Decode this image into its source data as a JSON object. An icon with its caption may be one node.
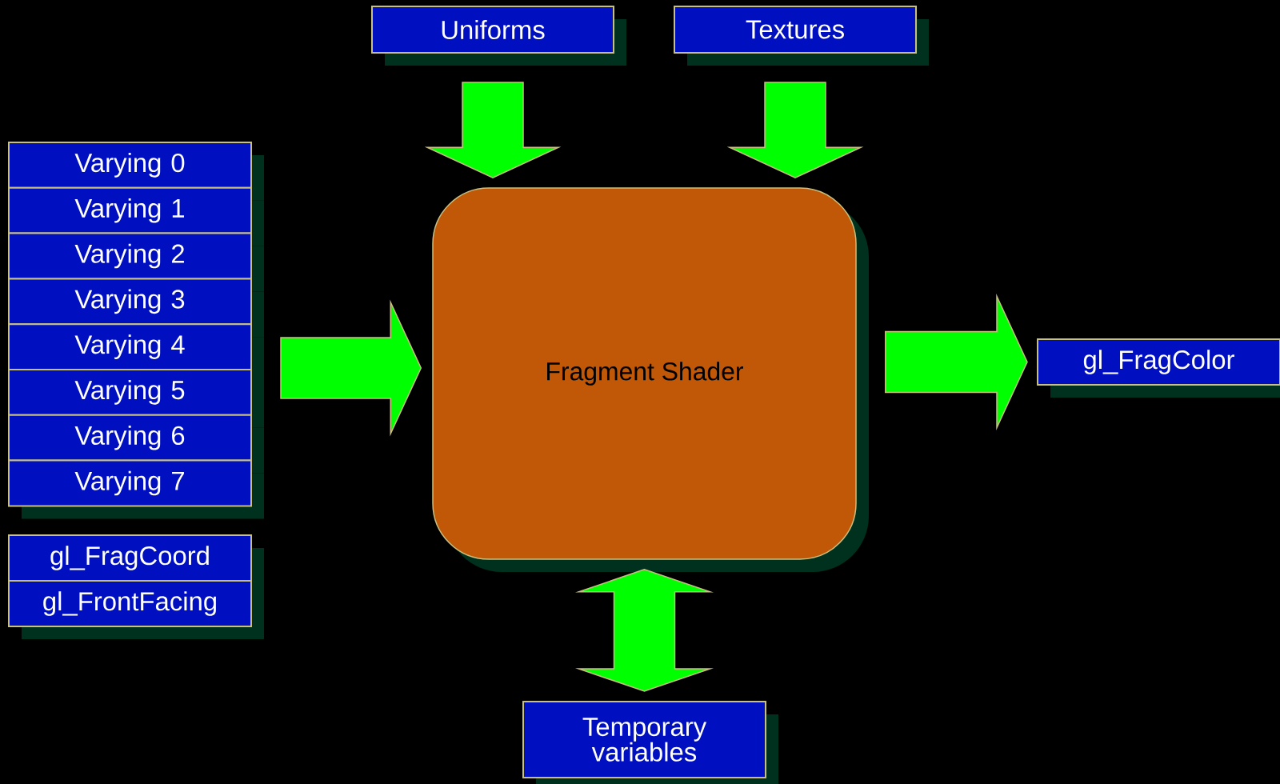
{
  "diagram": {
    "nodes": [
      {
        "text": [
          "Uniforms"
        ]
      },
      {
        "text": [
          "Textures"
        ]
      },
      {
        "text": [
          "Varying 0"
        ]
      },
      {
        "text": [
          "Varying 1"
        ]
      },
      {
        "text": [
          "Varying 2"
        ]
      },
      {
        "text": [
          "Varying 3"
        ]
      },
      {
        "text": [
          "Varying 4"
        ]
      },
      {
        "text": [
          "Varying 5"
        ]
      },
      {
        "text": [
          "Varying 6"
        ]
      },
      {
        "text": [
          "Varying 7"
        ]
      },
      {
        "text": [
          "gl_FragCoord"
        ]
      },
      {
        "text": [
          "gl_FrontFacing"
        ]
      },
      {
        "text": [
          "Fragment Shader"
        ]
      },
      {
        "text": [
          "gl_FragColor"
        ]
      },
      {
        "text": [
          "Temporary variables"
        ]
      }
    ],
    "edges": [
      {
        "from": 0,
        "to": 12,
        "arrow": "to"
      },
      {
        "from": 1,
        "to": 12,
        "arrow": "to"
      },
      {
        "from": null,
        "to": 12,
        "arrow": "to"
      },
      {
        "from": 12,
        "to": 13,
        "arrow": "to"
      },
      {
        "from": 12,
        "to": 14,
        "arrow": "both"
      }
    ]
  }
}
